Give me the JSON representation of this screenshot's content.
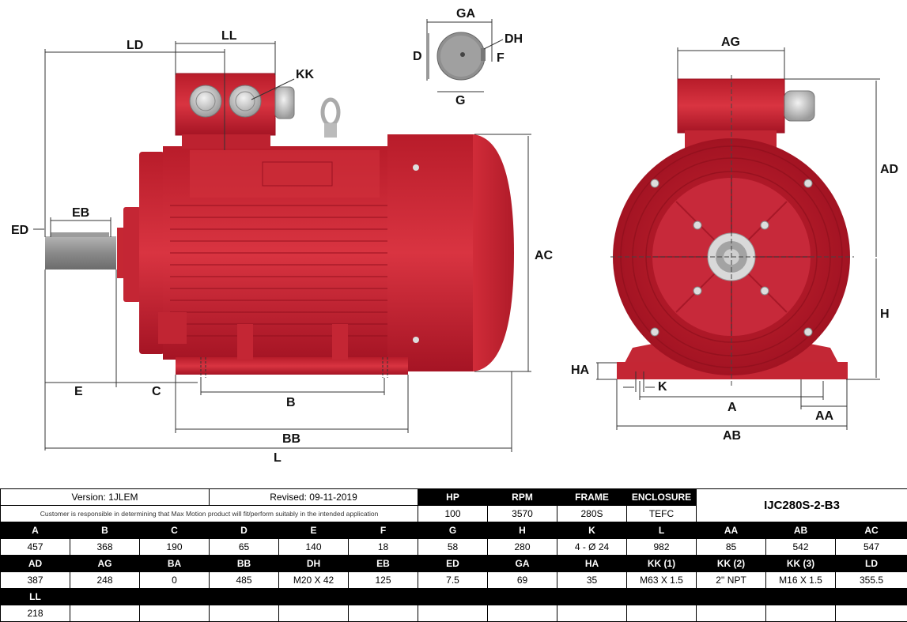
{
  "dimension_labels": {
    "LD": "LD",
    "LL": "LL",
    "KK": "KK",
    "GA": "GA",
    "DH": "DH",
    "D": "D",
    "F": "F",
    "G": "G",
    "AG": "AG",
    "AD": "AD",
    "ED": "ED",
    "EB": "EB",
    "AC": "AC",
    "H": "H",
    "HA": "HA",
    "K": "K",
    "A": "A",
    "AA": "AA",
    "AB": "AB",
    "E": "E",
    "C": "C",
    "B": "B",
    "BB": "BB",
    "L": "L"
  },
  "colors": {
    "motor_red": "#d42a36",
    "motor_dark": "#a3121f",
    "shaft_gray": "#8a8a8a"
  },
  "table": {
    "version": "Version: 1JLEM",
    "revised": "Revised: 09-11-2019",
    "note": "Customer is responsible in determining that Max Motion product will fit/perform suitably in the intended application",
    "summary_headers": [
      "HP",
      "RPM",
      "FRAME",
      "ENCLOSURE"
    ],
    "summary_values": [
      "100",
      "3570",
      "280S",
      "TEFC"
    ],
    "model": "IJC280S-2-B3",
    "row1_headers": [
      "A",
      "B",
      "C",
      "D",
      "E",
      "F",
      "G",
      "H",
      "K",
      "L",
      "AA",
      "AB",
      "AC"
    ],
    "row1_values": [
      "457",
      "368",
      "190",
      "65",
      "140",
      "18",
      "58",
      "280",
      "4 - Ø 24",
      "982",
      "85",
      "542",
      "547"
    ],
    "row2_headers": [
      "AD",
      "AG",
      "BA",
      "BB",
      "DH",
      "EB",
      "ED",
      "GA",
      "HA",
      "KK (1)",
      "KK (2)",
      "KK (3)",
      "LD"
    ],
    "row2_values": [
      "387",
      "248",
      "0",
      "485",
      "M20 X 42",
      "125",
      "7.5",
      "69",
      "35",
      "M63 X 1.5",
      "2'' NPT",
      "M16 X 1.5",
      "355.5"
    ],
    "row3_headers": [
      "LL"
    ],
    "row3_values": [
      "218"
    ]
  }
}
